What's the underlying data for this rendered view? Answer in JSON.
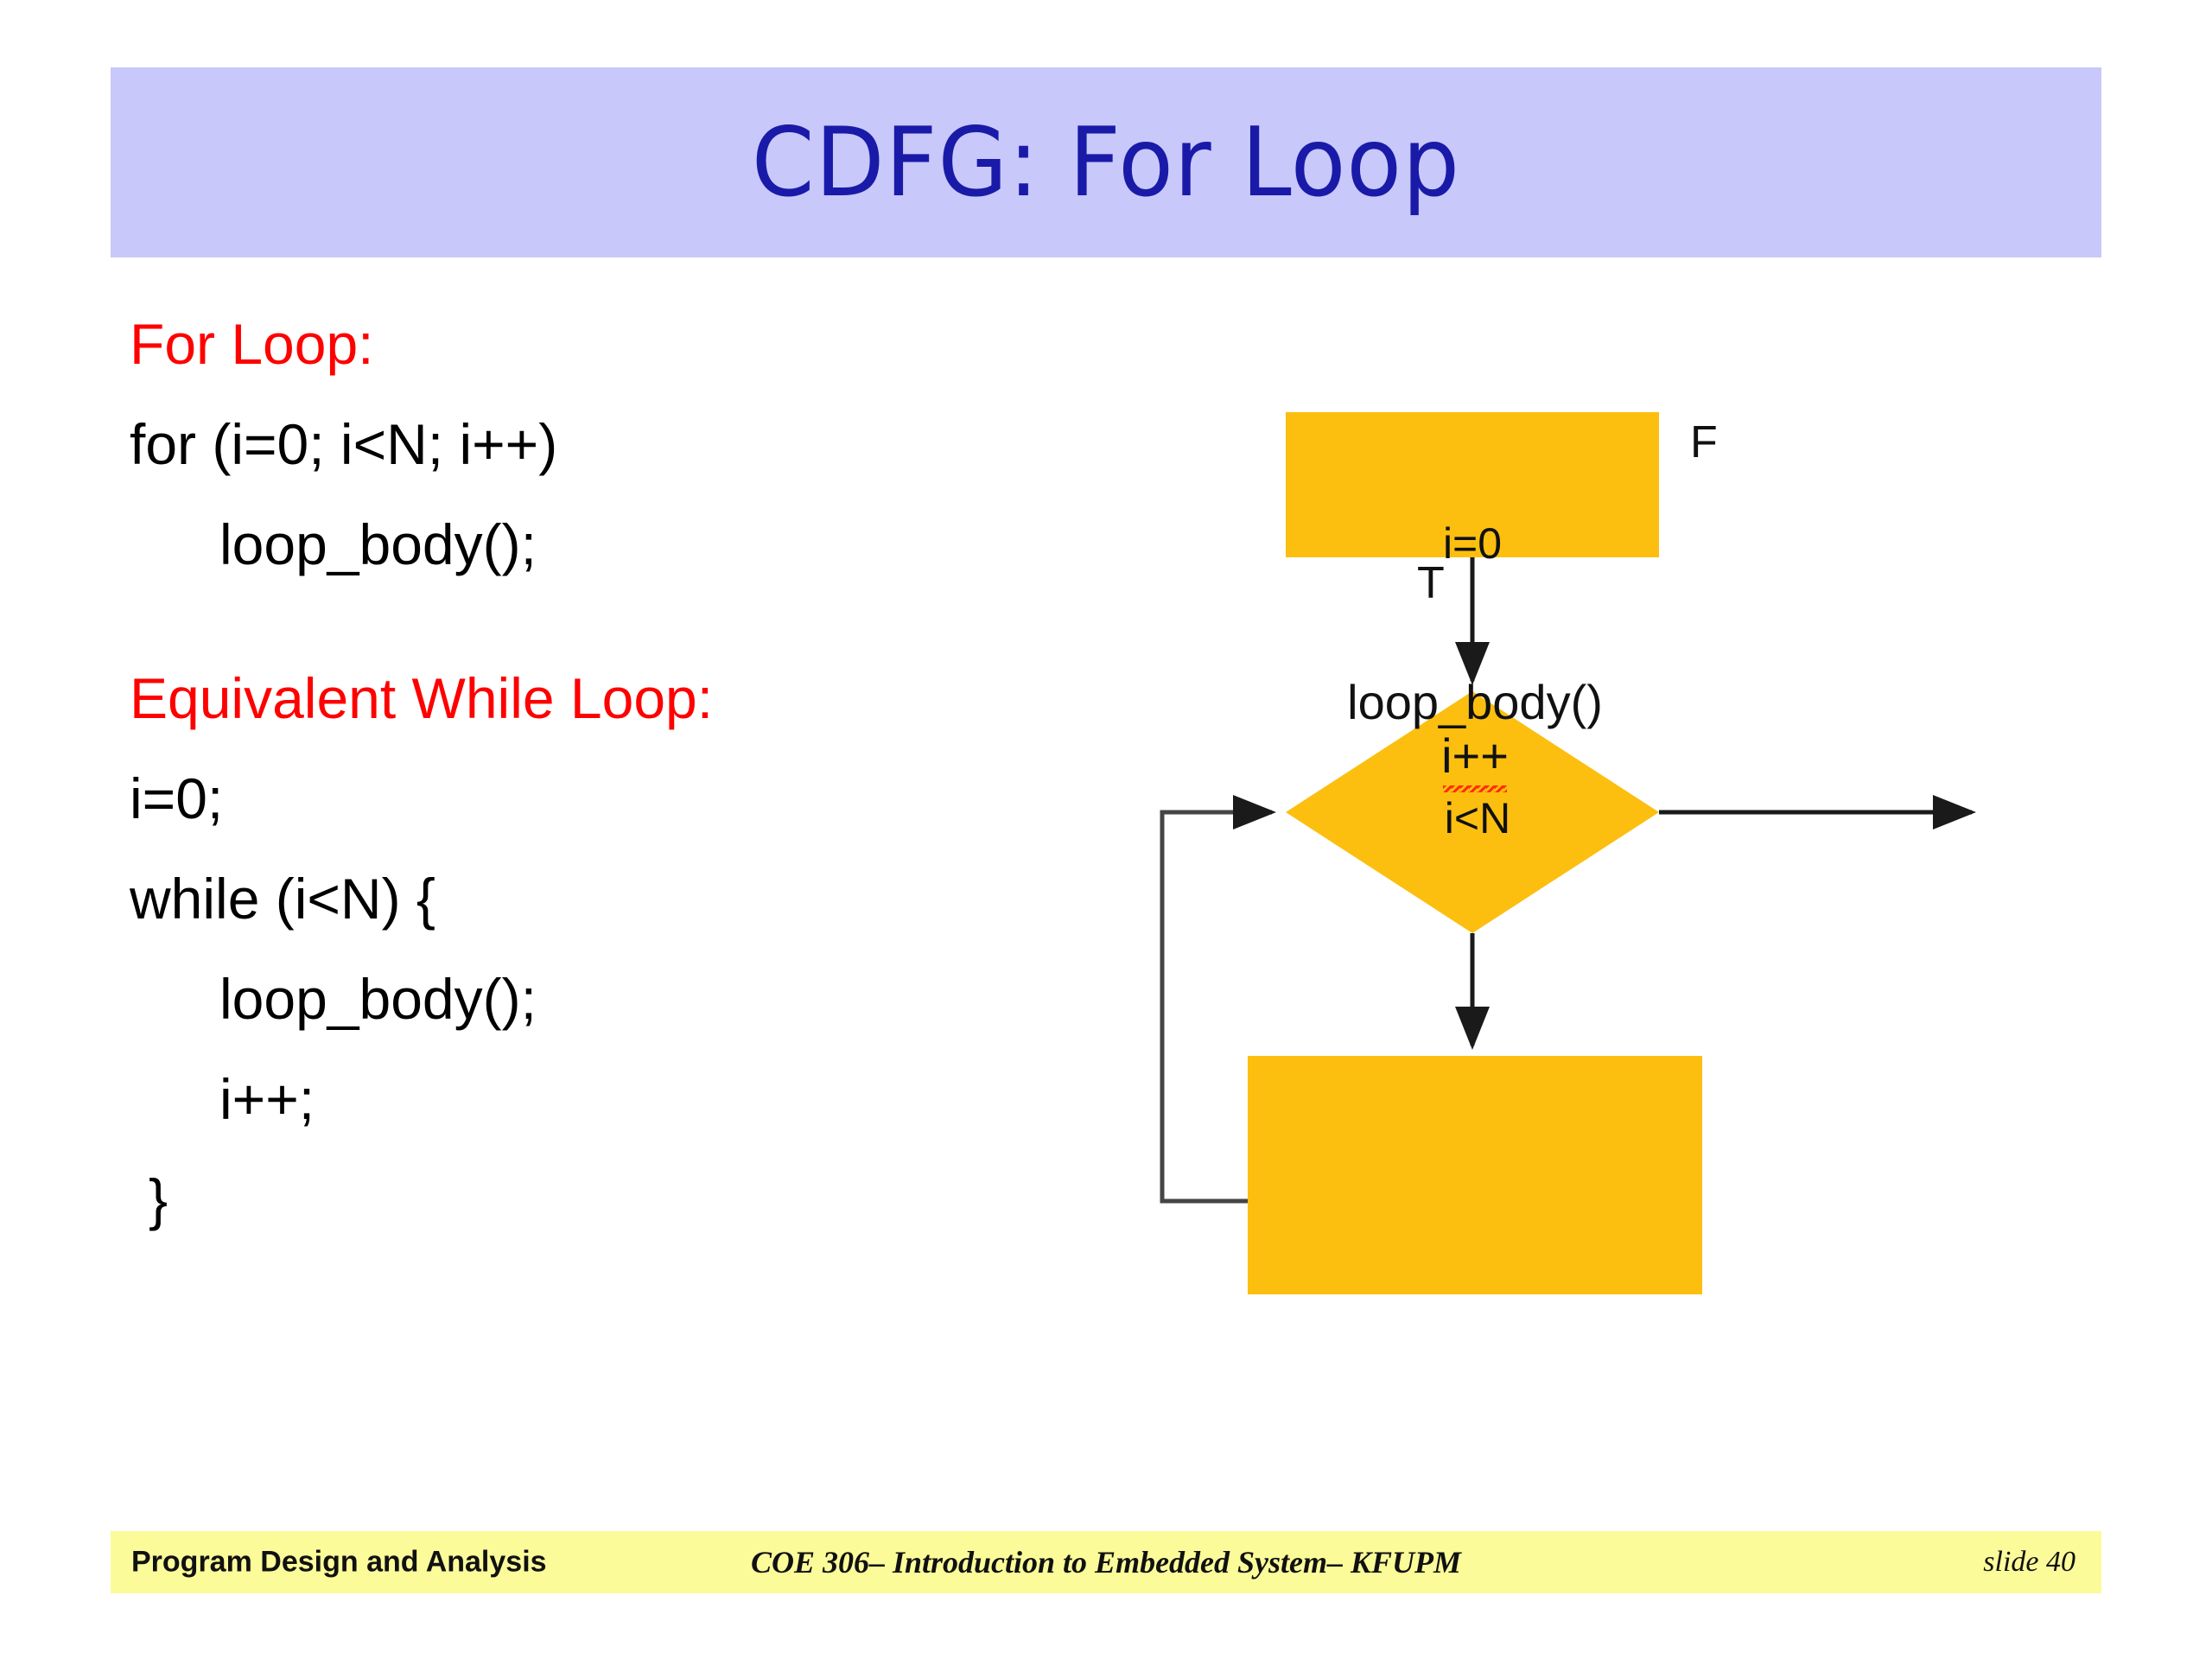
{
  "slide": {
    "title": "CDFG: For Loop",
    "title_banner_color": "#c8c8fa",
    "title_text_color": "#1a1aa8"
  },
  "content": {
    "heading_color": "#ff0000",
    "blocks": [
      {
        "heading": "For Loop:",
        "lines": [
          "for (i=0; i<N; i++)",
          "loop_body();"
        ]
      },
      {
        "heading": "Equivalent While Loop:",
        "lines": [
          "i=0;",
          "while (i<N) {",
          "loop_body();",
          "i++;",
          "}"
        ]
      }
    ]
  },
  "flowchart": {
    "node_fill": "#fcbf10",
    "edge_color": "#1a1a1a",
    "nodes": {
      "init": "i=0",
      "condition": "i<N",
      "body_line1": "loop_body()",
      "body_line2": "i++"
    },
    "branch_labels": {
      "false": "F",
      "true": "T"
    }
  },
  "footer": {
    "band_color": "#fbfb9a",
    "left": "Program Design and Analysis",
    "center": "COE 306– Introduction to Embedded System– KFUPM",
    "right": "slide 40"
  }
}
